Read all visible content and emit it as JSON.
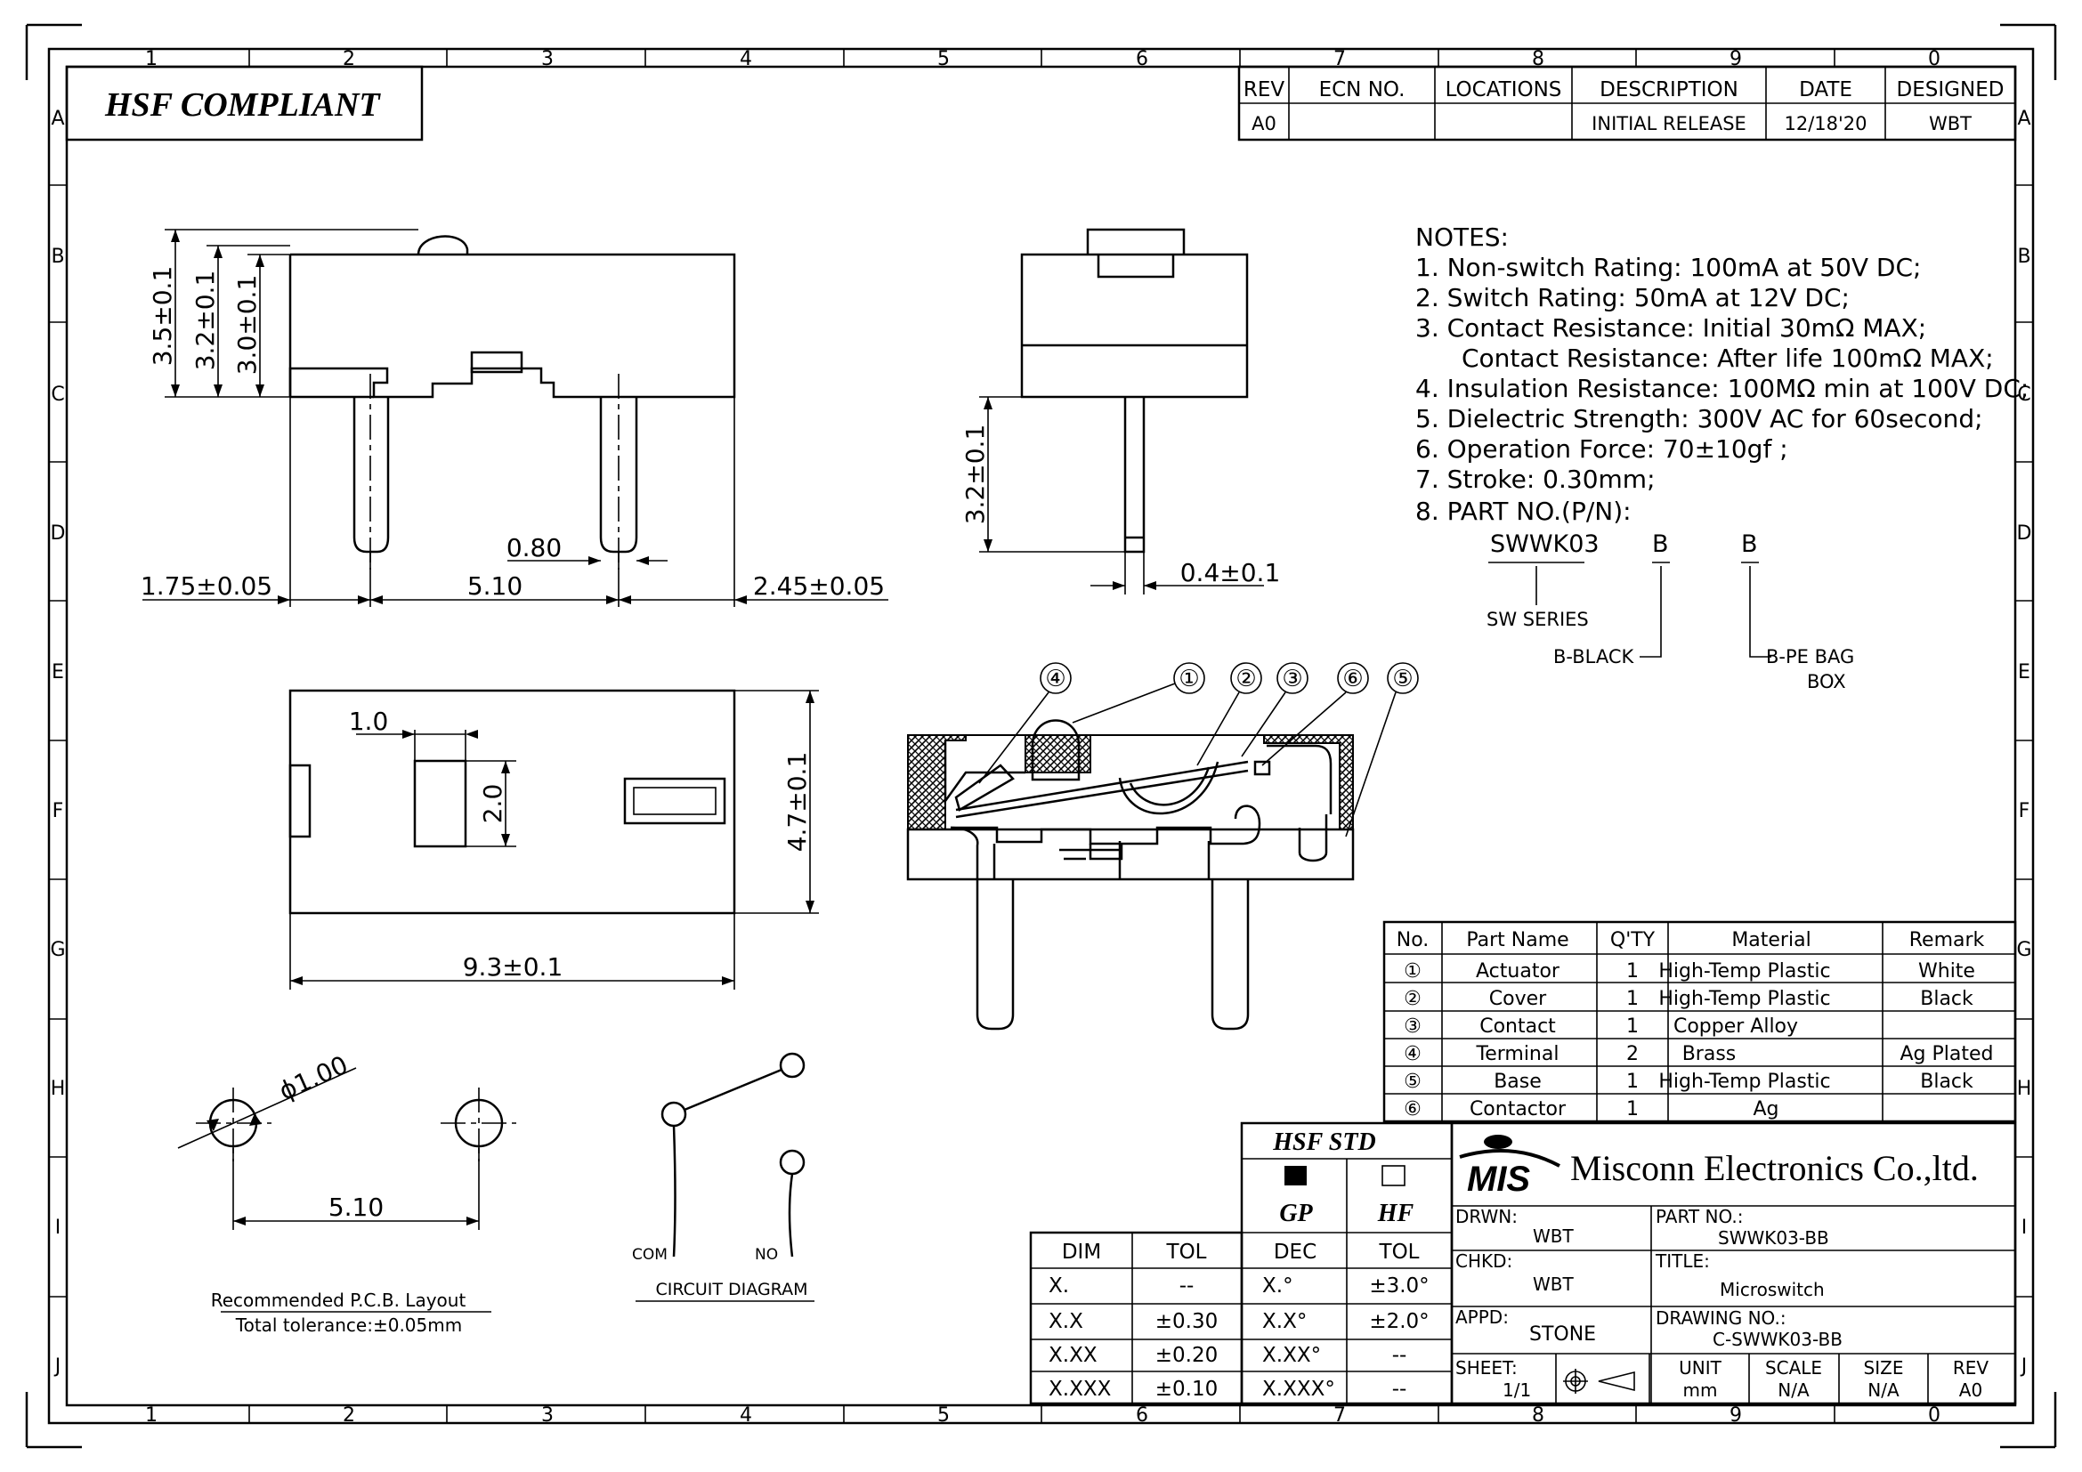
{
  "title_block": {
    "hsf_compliant": "HSF COMPLIANT",
    "revision_table": {
      "headers": [
        "REV",
        "ECN NO.",
        "LOCATIONS",
        "DESCRIPTION",
        "DATE",
        "DESIGNED"
      ],
      "row": [
        "A0",
        "",
        "",
        "INITIAL RELEASE",
        "12/18'20",
        "WBT"
      ]
    },
    "zone_columns": [
      "1",
      "2",
      "3",
      "4",
      "5",
      "6",
      "7",
      "8",
      "9",
      "0"
    ],
    "zone_rows": [
      "A",
      "B",
      "C",
      "D",
      "E",
      "F",
      "G",
      "H",
      "I",
      "J"
    ]
  },
  "notes": {
    "heading": "NOTES:",
    "items": [
      "1. Non-switch Rating: 100mA at 50V DC;",
      "2. Switch Rating: 50mA at 12V DC;",
      "3. Contact Resistance: Initial 30mΩ MAX;",
      "Contact Resistance: After life 100mΩ MAX;",
      "4. Insulation Resistance: 100MΩ min at 100V DC;",
      "5. Dielectric Strength: 300V AC for 60second;",
      "6. Operation Force: 70±10gf ;",
      "7. Stroke: 0.30mm;",
      "8. PART NO.(P/N):"
    ],
    "part_number": {
      "series_code": "SWWK03",
      "code_color": "B",
      "code_pack": "B",
      "series_label": "SW SERIES",
      "color_label": "B-BLACK",
      "pack_label_1": "B-PE BAG",
      "pack_label_2": "BOX"
    }
  },
  "dimensions": {
    "front": {
      "h35": "3.5±0.1",
      "h32": "3.2±0.1",
      "h30": "3.0±0.1",
      "left": "1.75±0.05",
      "pitch": "5.10",
      "pin": "0.80",
      "right": "2.45±0.05"
    },
    "side": {
      "pin_len": "3.2±0.1",
      "pin_w": "0.4±0.1"
    },
    "top": {
      "w10": "1.0",
      "h20": "2.0",
      "h47": "4.7±0.1",
      "w93": "9.3±0.1"
    },
    "pcb": {
      "dia": "ϕ1.00",
      "pitch": "5.10",
      "caption": "Recommended P.C.B. Layout",
      "tolerance": "Total tolerance:±0.05mm"
    }
  },
  "circuit": {
    "com": "COM",
    "no": "NO",
    "caption": "CIRCUIT DIAGRAM"
  },
  "callouts": [
    "④",
    "①",
    "②",
    "③",
    "⑥",
    "⑤"
  ],
  "bom": {
    "headers": [
      "No.",
      "Part Name",
      "Q'TY",
      "Material",
      "Remark"
    ],
    "rows": [
      [
        "①",
        "Actuator",
        "1",
        "High-Temp Plastic",
        "White"
      ],
      [
        "②",
        "Cover",
        "1",
        "High-Temp Plastic",
        "Black"
      ],
      [
        "③",
        "Contact",
        "1",
        "Copper Alloy",
        ""
      ],
      [
        "④",
        "Terminal",
        "2",
        "Brass",
        "Ag Plated"
      ],
      [
        "⑤",
        "Base",
        "1",
        "High-Temp Plastic",
        "Black"
      ],
      [
        "⑥",
        "Contactor",
        "1",
        "Ag",
        ""
      ]
    ]
  },
  "tolerance_table": {
    "headers": [
      "DIM",
      "TOL"
    ],
    "rows": [
      [
        "X.",
        "--"
      ],
      [
        "X.X",
        "±0.30"
      ],
      [
        "X.XX",
        "±0.20"
      ],
      [
        "X.XXX",
        "±0.10"
      ]
    ]
  },
  "hsf_std": {
    "title": "HSF STD",
    "gp": "GP",
    "hf": "HF",
    "headers": [
      "DEC",
      "TOL"
    ],
    "rows": [
      [
        "X.°",
        "±3.0°"
      ],
      [
        "X.X°",
        "±2.0°"
      ],
      [
        "X.XX°",
        "--"
      ],
      [
        "X.XXX°",
        "--"
      ]
    ]
  },
  "company": {
    "logo": "MIS",
    "name": "Misconn Electronics Co.,ltd.",
    "drwn_label": "DRWN:",
    "drwn": "WBT",
    "chkd_label": "CHKD:",
    "chkd": "WBT",
    "appd_label": "APPD:",
    "appd": "STONE",
    "part_label": "PART NO.:",
    "part": "SWWK03-BB",
    "title_label": "TITLE:",
    "title": "Microswitch",
    "drawing_label": "DRAWING NO.:",
    "drawing": "C-SWWK03-BB",
    "sheet_label": "SHEET:",
    "sheet": "1/1",
    "unit_label": "UNIT",
    "unit": "mm",
    "scale_label": "SCALE",
    "scale": "N/A",
    "size_label": "SIZE",
    "size": "N/A",
    "rev_label": "REV",
    "rev": "A0"
  }
}
